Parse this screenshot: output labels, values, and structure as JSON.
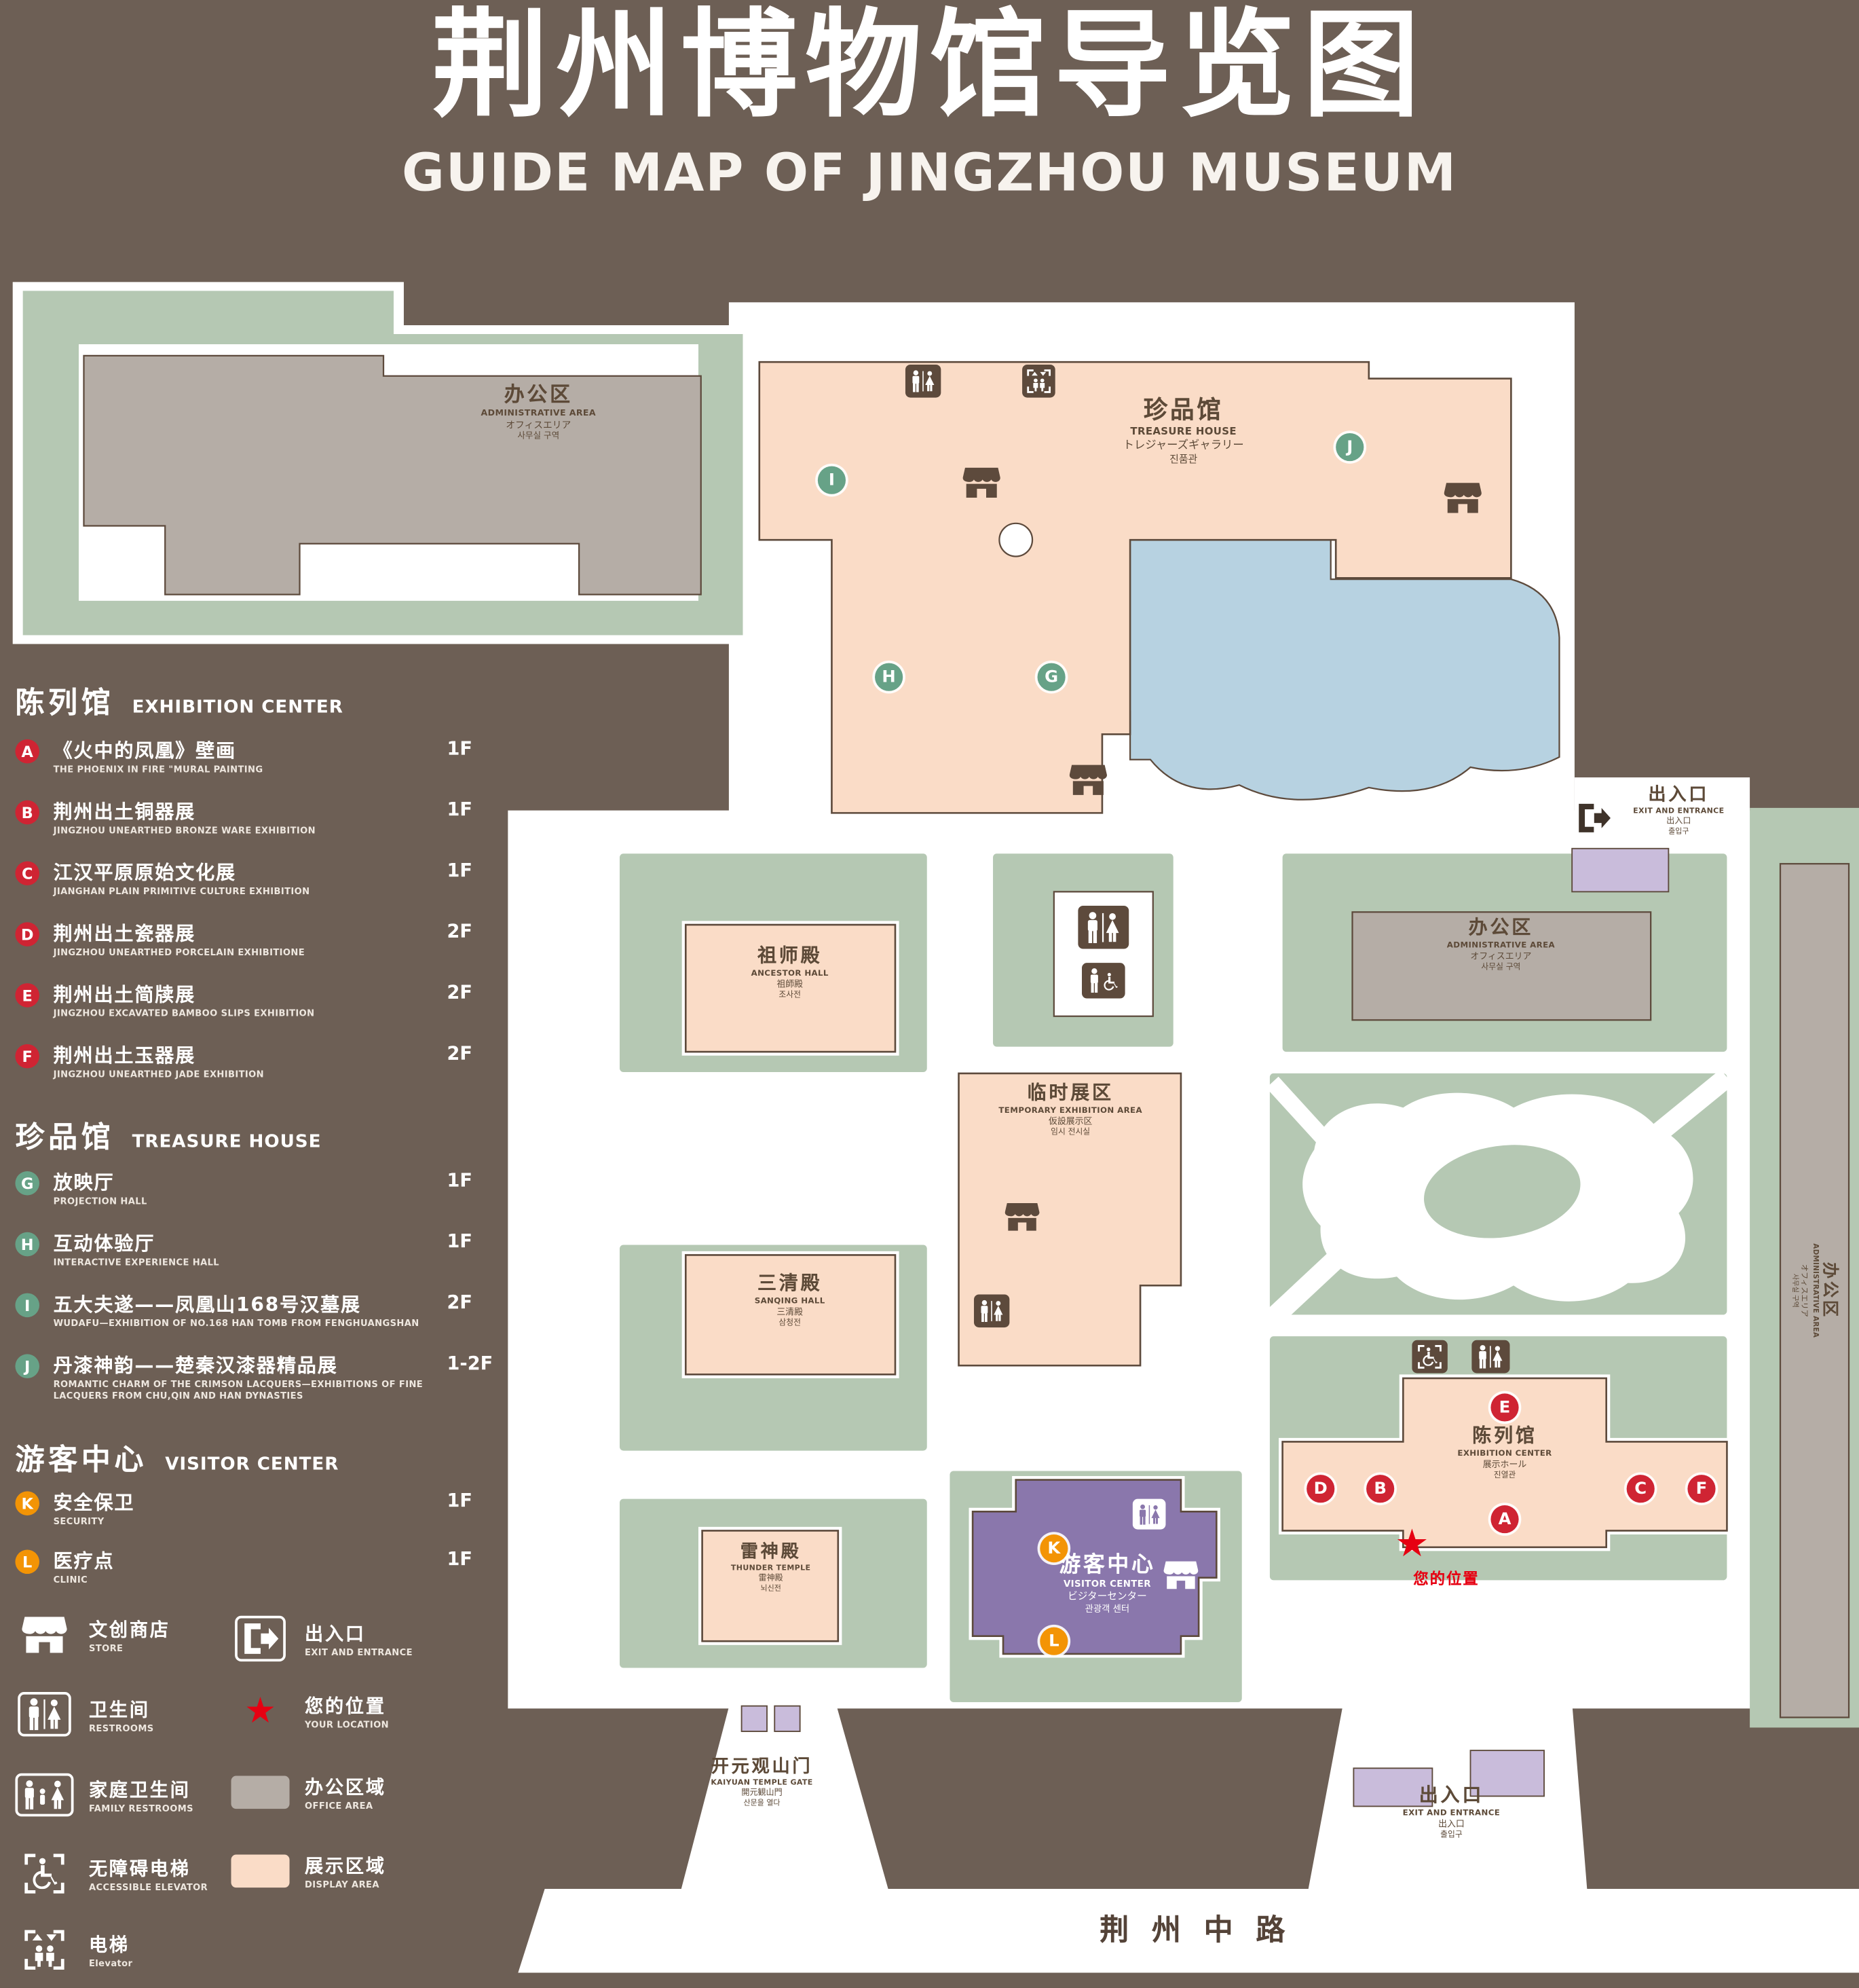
{
  "title": {
    "zh": "荆州博物馆导览图",
    "en": "GUIDE MAP OF JINGZHOU MUSEUM"
  },
  "sections": [
    {
      "zh": "陈列馆",
      "en": "EXHIBITION CENTER",
      "items": [
        {
          "id": "A",
          "zh": "《火中的凤凰》壁画",
          "en": "THE PHOENIX IN FIRE \"MURAL PAINTING",
          "floor": "1F"
        },
        {
          "id": "B",
          "zh": "荆州出土铜器展",
          "en": "JINGZHOU UNEARTHED BRONZE WARE EXHIBITION",
          "floor": "1F"
        },
        {
          "id": "C",
          "zh": "江汉平原原始文化展",
          "en": "JIANGHAN PLAIN PRIMITIVE CULTURE EXHIBITION",
          "floor": "1F"
        },
        {
          "id": "D",
          "zh": "荆州出土瓷器展",
          "en": "JINGZHOU UNEARTHED PORCELAIN EXHIBITIONE",
          "floor": "2F"
        },
        {
          "id": "E",
          "zh": "荆州出土简牍展",
          "en": "JINGZHOU EXCAVATED BAMBOO SLIPS EXHIBITION",
          "floor": "2F"
        },
        {
          "id": "F",
          "zh": "荆州出土玉器展",
          "en": "JINGZHOU UNEARTHED JADE EXHIBITION",
          "floor": "2F"
        }
      ]
    },
    {
      "zh": "珍品馆",
      "en": "TREASURE HOUSE",
      "items": [
        {
          "id": "G",
          "zh": "放映厅",
          "en": "PROJECTION HALL",
          "floor": "1F"
        },
        {
          "id": "H",
          "zh": "互动体验厅",
          "en": "INTERACTIVE EXPERIENCE HALL",
          "floor": "1F"
        },
        {
          "id": "I",
          "zh": "五大夫遂——凤凰山168号汉墓展",
          "en": "WUDAFU—EXHIBITION OF NO.168 HAN TOMB FROM FENGHUANGSHAN",
          "floor": "2F"
        },
        {
          "id": "J",
          "zh": "丹漆神韵——楚秦汉漆器精品展",
          "en": "ROMANTIC CHARM OF THE CRIMSON LACQUERS—EXHIBITIONS OF FINE LACQUERS FROM CHU,QIN AND HAN DYNASTIES",
          "floor": "1-2F"
        }
      ]
    },
    {
      "zh": "游客中心",
      "en": "VISITOR CENTER",
      "items": [
        {
          "id": "K",
          "zh": "安全保卫",
          "en": "SECURITY",
          "floor": "1F"
        },
        {
          "id": "L",
          "zh": "医疗点",
          "en": "CLINIC",
          "floor": "1F"
        }
      ]
    }
  ],
  "symbols": [
    {
      "zh": "文创商店",
      "en": "STORE"
    },
    {
      "zh": "卫生间",
      "en": "RESTROOMS"
    },
    {
      "zh": "家庭卫生间",
      "en": "FAMILY RESTROOMS"
    },
    {
      "zh": "无障碍电梯",
      "en": "ACCESSIBLE ELEVATOR"
    },
    {
      "zh": "电梯",
      "en": "Elevator"
    },
    {
      "zh": "出入口",
      "en": "EXIT AND ENTRANCE"
    },
    {
      "zh": "您的位置",
      "en": "YOUR LOCATION"
    },
    {
      "zh": "办公区域",
      "en": "OFFICE AREA"
    },
    {
      "zh": "展示区域",
      "en": "DISPLAY AREA"
    }
  ],
  "map": {
    "admin_top_left": {
      "zh": "办公区",
      "en": "ADMINISTRATIVE AREA",
      "ja": "オフィスエリア",
      "ko": "사무실 구역"
    },
    "treasure_house": {
      "zh": "珍品馆",
      "en": "TREASURE HOUSE",
      "ja": "トレジャーズギャラリー",
      "ko": "진품관"
    },
    "exit_top_right": {
      "zh": "出入口",
      "en": "EXIT AND ENTRANCE",
      "ja": "出入口",
      "ko": "출입구"
    },
    "admin_right": {
      "zh": "办公区",
      "en": "ADMINISTRATIVE AREA",
      "ja": "オフィスエリア",
      "ko": "사무실 구역"
    },
    "admin_strip": {
      "zh": "办公区",
      "en": "ADMINISTRATIVE AREA",
      "ja": "オフィスエリア",
      "ko": "사무실 구역"
    },
    "ancestor_hall": {
      "zh": "祖师殿",
      "en": "ANCESTOR HALL",
      "ja": "祖師殿",
      "ko": "조사전"
    },
    "temporary_area": {
      "zh": "临时展区",
      "en": "TEMPORARY EXHIBITION AREA",
      "ja": "仮設展示区",
      "ko": "임시 전시실"
    },
    "sanqing_hall": {
      "zh": "三清殿",
      "en": "SANQING HALL",
      "ja": "三清殿",
      "ko": "삼청전"
    },
    "thunder_temple": {
      "zh": "雷神殿",
      "en": "THUNDER TEMPLE",
      "ja": "雷神殿",
      "ko": "뇌신전"
    },
    "exhibition_center": {
      "zh": "陈列馆",
      "en": "EXHIBITION CENTER",
      "ja": "展示ホール",
      "ko": "진열관"
    },
    "visitor_center": {
      "zh": "游客中心",
      "en": "VISITOR CENTER",
      "ja": "ビジターセンター",
      "ko": "관광객 센터"
    },
    "gate": {
      "zh": "开元观山门",
      "en": "KAIYUAN TEMPLE GATE",
      "ja": "開元観山門",
      "ko": "산문을 열다"
    },
    "exit_bottom": {
      "zh": "出入口",
      "en": "EXIT AND ENTRANCE",
      "ja": "出入口",
      "ko": "출입구"
    },
    "your_location": "您的位置",
    "road": "荆州中路"
  },
  "markers": {
    "A": "A",
    "B": "B",
    "C": "C",
    "D": "D",
    "E": "E",
    "F": "F",
    "G": "G",
    "H": "H",
    "I": "I",
    "J": "J",
    "K": "K",
    "L": "L"
  },
  "colors": {
    "background": "#6d5f55",
    "lawn": "#b5c8b3",
    "display_area": "#fadcc7",
    "office_area": "#b5ada6",
    "water": "#b7d2e1",
    "visitor_center": "#8a77ac",
    "entrance_block": "#c9bcdb",
    "marker_red": "#cf2433",
    "marker_green": "#67a287",
    "marker_orange": "#f39405",
    "location_red": "#e60012"
  }
}
